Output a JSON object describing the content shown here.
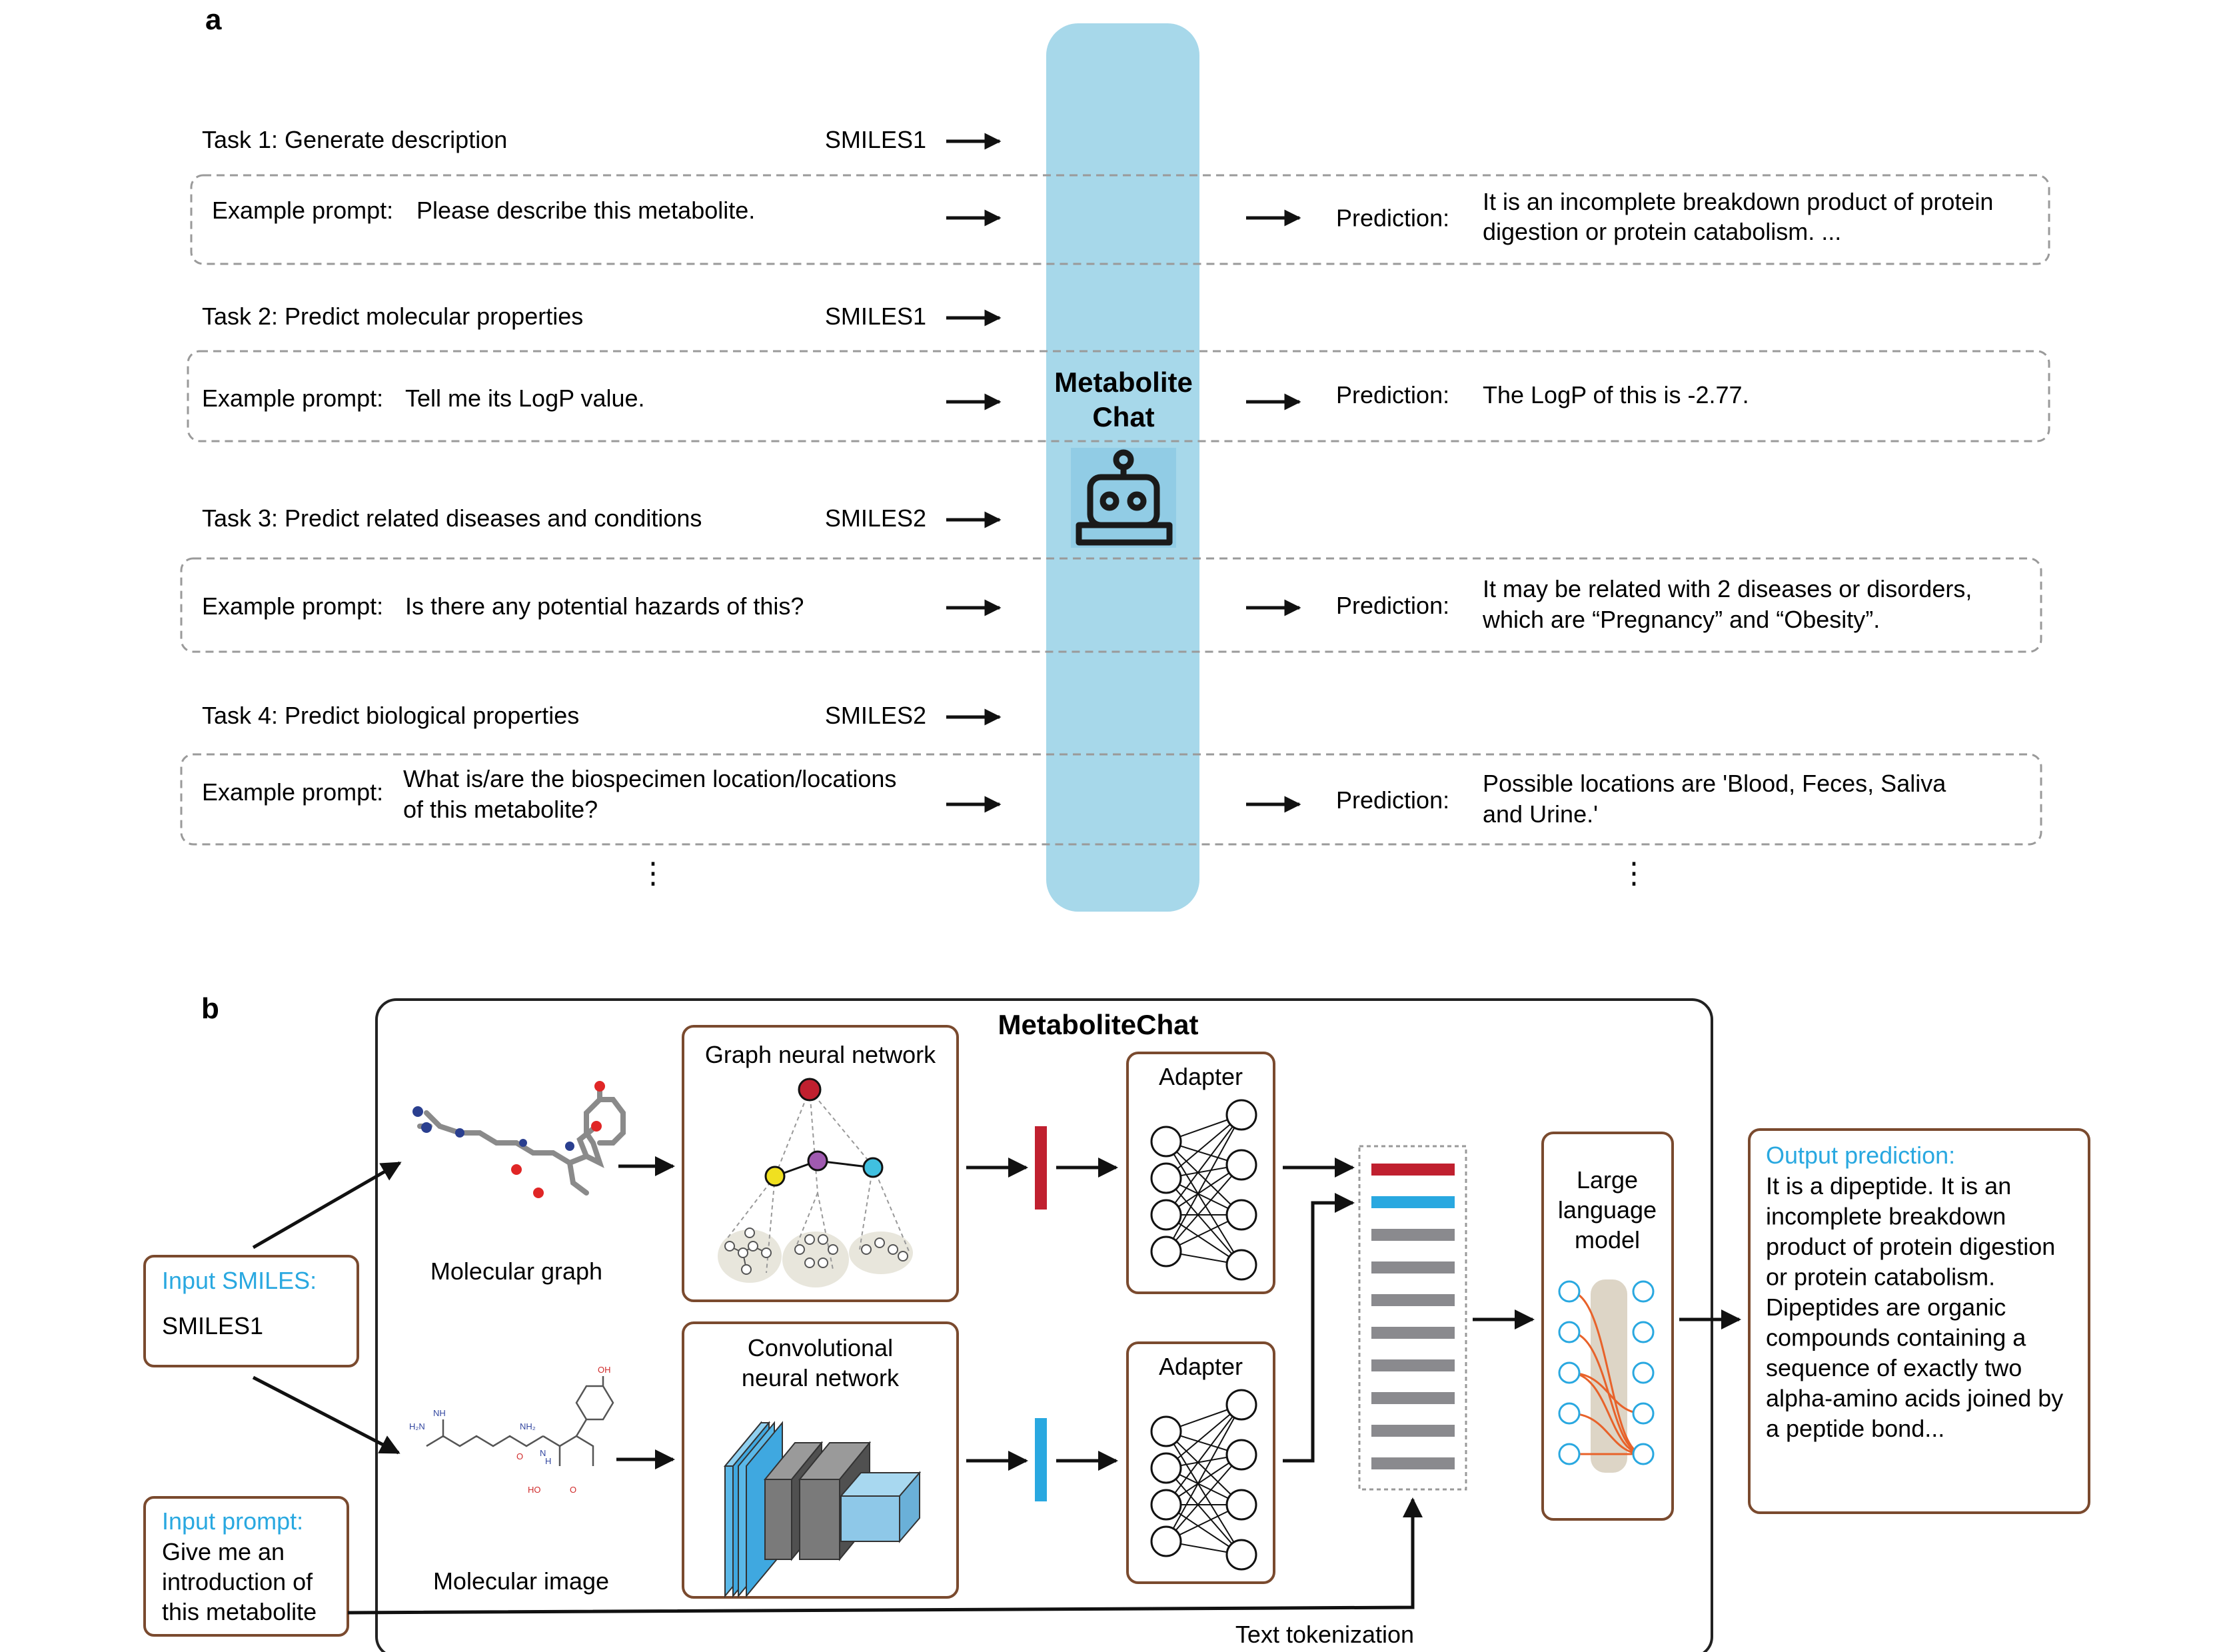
{
  "panel_a": {
    "label": "a",
    "center_title_line1": "Metabolite",
    "center_title_line2": "Chat",
    "robot_icon": "robot-icon",
    "tasks": [
      {
        "task": "Task 1: Generate description",
        "smiles": "SMILES1",
        "prompt_label": "Example prompt:",
        "prompt_line1": "Please describe this metabolite.",
        "prompt_line2": "",
        "prediction_label": "Prediction:",
        "prediction_line1": "It is an incomplete breakdown product of protein",
        "prediction_line2": "digestion or protein catabolism. ..."
      },
      {
        "task": "Task 2: Predict molecular properties",
        "smiles": "SMILES1",
        "prompt_label": "Example prompt:",
        "prompt_line1": "Tell me its LogP value.",
        "prompt_line2": "",
        "prediction_label": "Prediction:",
        "prediction_line1": "The LogP of this is -2.77.",
        "prediction_line2": ""
      },
      {
        "task": "Task 3: Predict related diseases and conditions",
        "smiles": "SMILES2",
        "prompt_label": "Example prompt:",
        "prompt_line1": "Is there any potential hazards of this?",
        "prompt_line2": "",
        "prediction_label": "Prediction:",
        "prediction_line1": "It may be related with 2 diseases or disorders,",
        "prediction_line2": "which are “Pregnancy” and “Obesity”."
      },
      {
        "task": "Task 4: Predict biological properties",
        "smiles": "SMILES2",
        "prompt_label": "Example prompt:",
        "prompt_line1": "What is/are the biospecimen location/locations",
        "prompt_line2": "of this metabolite?",
        "prediction_label": "Prediction:",
        "prediction_line1": "Possible locations are 'Blood, Feces, Saliva",
        "prediction_line2": "and Urine.'"
      }
    ],
    "ellipsis": "⋮"
  },
  "panel_b": {
    "label": "b",
    "frame_title": "MetaboliteChat",
    "input_smiles": {
      "title": "Input SMILES:",
      "value": "SMILES1"
    },
    "input_prompt": {
      "title": "Input prompt:",
      "lines": [
        "Give me an",
        "introduction of",
        "this metabolite"
      ]
    },
    "molecular_graph_label": "Molecular graph",
    "molecular_image_label": "Molecular image",
    "mol_image_atoms": {
      "nh2a": "H₂N",
      "nh": "NH",
      "nh2b": "NH₂",
      "n": "N",
      "h": "H",
      "oh": "OH",
      "o": "O",
      "ho": "HO"
    },
    "gnn_title": "Graph neural network",
    "cnn_title_line1": "Convolutional",
    "cnn_title_line2": "neural network",
    "adapter_top": "Adapter",
    "adapter_bottom": "Adapter",
    "llm_lines": [
      "Large",
      "language",
      "model"
    ],
    "text_tokenization": "Text tokenization",
    "output": {
      "title": "Output prediction:",
      "lines": [
        "It is a dipeptide. It is an",
        "incomplete breakdown",
        "product of protein digestion",
        "or protein catabolism.",
        "Dipeptides are organic",
        "compounds containing a",
        "sequence of exactly two",
        "alpha-amino acids joined by",
        "a peptide bond..."
      ]
    }
  },
  "colors": {
    "center_bar": "#a7d8ea",
    "box_border": "#7a4a2e",
    "accent_blue": "#29a8e0",
    "accent_red": "#c0202f",
    "token_gray": "#8a8a8e",
    "llm_orange": "#e8622a",
    "dashed_gray": "#9a9a9a"
  }
}
